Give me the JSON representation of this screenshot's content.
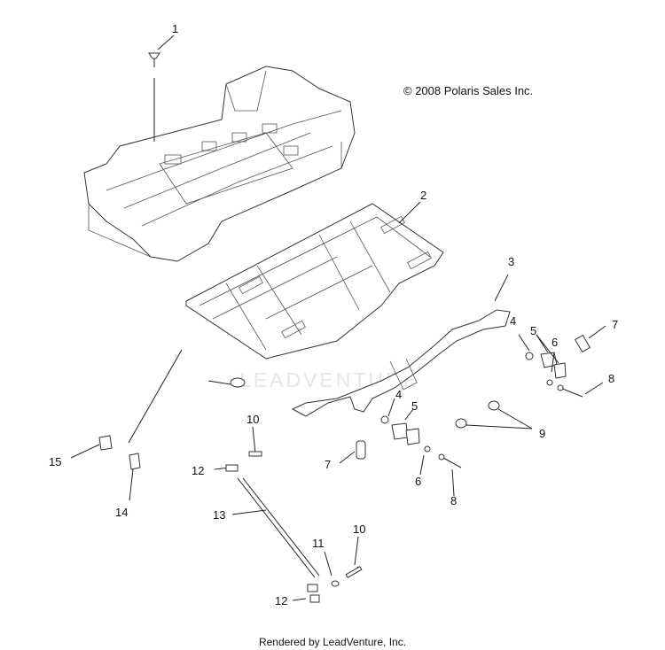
{
  "copyright": "© 2008 Polaris Sales Inc.",
  "footer": "Rendered by LeadVenture, Inc.",
  "watermark": "LEADVENTURE",
  "callouts": [
    "1",
    "2",
    "3",
    "4",
    "5",
    "6",
    "7",
    "8",
    "4",
    "5",
    "9",
    "10",
    "7",
    "6",
    "8",
    "12",
    "13",
    "15",
    "14",
    "11",
    "10",
    "12"
  ],
  "colors": {
    "line": "#222222",
    "background": "#ffffff",
    "watermark": "#e6e6e6"
  }
}
